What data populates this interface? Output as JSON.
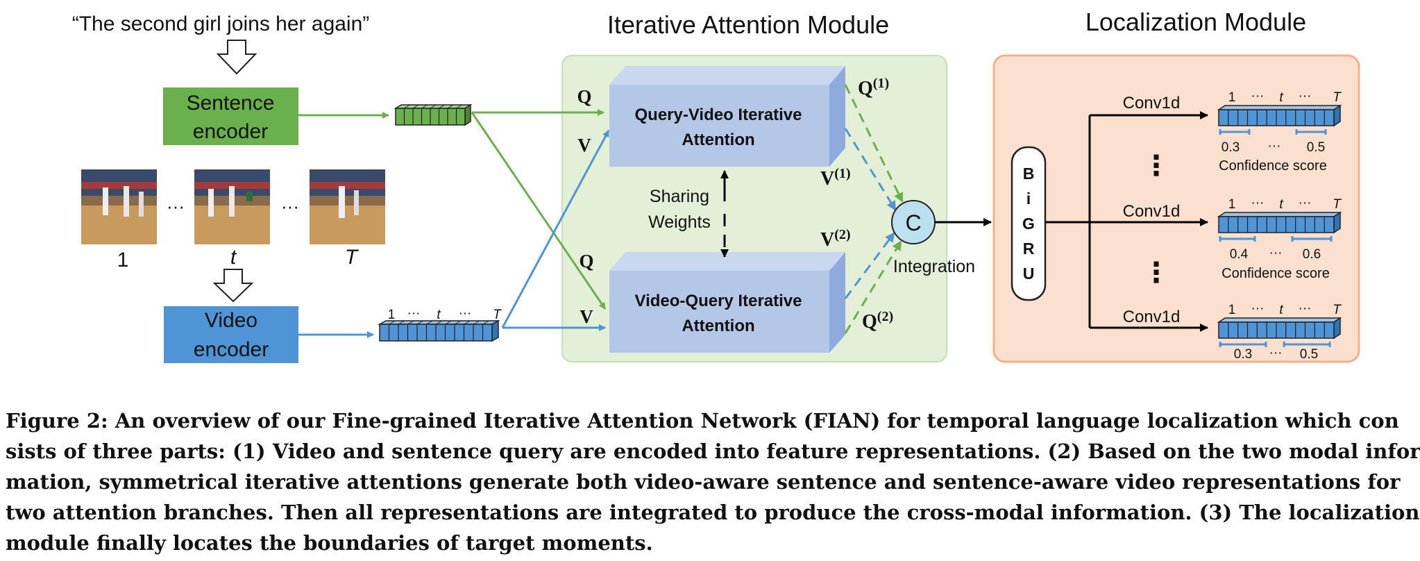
{
  "quote": "“The second girl joins her again”",
  "sentence_encoder": {
    "line1": "Sentence",
    "line2": "encoder"
  },
  "video_encoder": {
    "line1": "Video",
    "line2": "encoder"
  },
  "frames": {
    "first": "1",
    "middle": "t",
    "last": "T",
    "ellipsis": "···"
  },
  "feature_labels": {
    "first": "1",
    "dots": "···",
    "middle": "t",
    "last": "T"
  },
  "iam": {
    "title": "Iterative Attention Module",
    "qv_line1": "Query-Video Iterative",
    "qv_line2": "Attention",
    "vq_line1": "Video-Query Iterative",
    "vq_line2": "Attention",
    "q": "Q",
    "v": "V",
    "q1": "Q",
    "q1_sup": "(1)",
    "v1": "V",
    "v1_sup": "(1)",
    "v2": "V",
    "v2_sup": "(2)",
    "q2": "Q",
    "q2_sup": "(2)",
    "sharing1": "Sharing",
    "sharing2": "Weights",
    "concat": "C",
    "integration": "Integration"
  },
  "loc": {
    "title": "Localization Module",
    "bigru": [
      "B",
      "i",
      "G",
      "R",
      "U"
    ],
    "conv": "Conv1d",
    "vdots": "⋮",
    "branch1": {
      "left": "0.3",
      "dots": "···",
      "right": "0.5",
      "label": "Confidence score"
    },
    "branch2": {
      "left": "0.4",
      "dots": "···",
      "right": "0.6",
      "label": "Confidence score"
    },
    "branch3": {
      "left": "0.3",
      "dots": "···",
      "right": "0.5"
    }
  },
  "caption": [
    "Figure 2: An overview of our Fine-grained Iterative Attention Network (FIAN) for temporal language localization which con",
    "sists of three parts: (1) Video and sentence query are encoded into feature representations. (2) Based on the two modal infor",
    "mation, symmetrical iterative attentions generate both video-aware sentence and sentence-aware video representations for",
    "two attention branches. Then all representations are integrated to produce the cross-modal information. (3) The localization",
    "module finally locates the boundaries of target moments."
  ],
  "colors": {
    "green": "#6ab04c",
    "blue": "#4f95d6",
    "iam_bg": "#e3efd6",
    "loc_bg": "#fbe0cf",
    "loc_border": "#f2b088",
    "box_face": "#b4c7e7",
    "box_side": "#8faadc"
  }
}
